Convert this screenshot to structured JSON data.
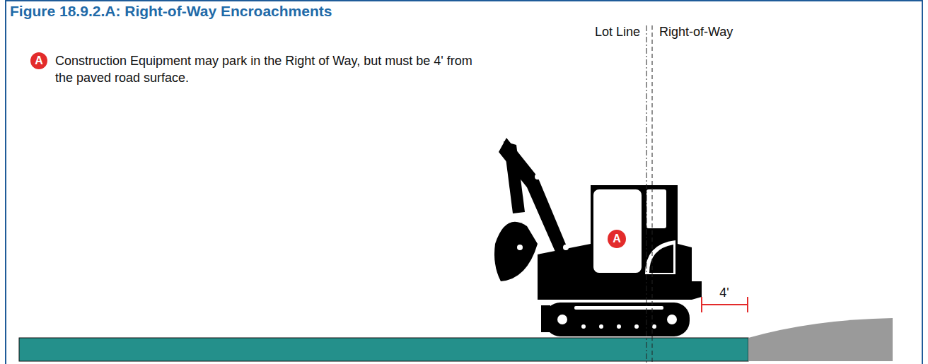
{
  "diagram": {
    "title": "Figure 18.9.2.A: Right-of-Way Encroachments",
    "nodes": [
      {
        "text": [
          "A"
        ]
      },
      {
        "text": [
          "A"
        ]
      }
    ],
    "labels": [
      "Construction Equipment may park in the Right of Way, but must be 4' from the paved road surface.",
      "Lot Line",
      "Right-of-Way",
      "4'"
    ]
  }
}
